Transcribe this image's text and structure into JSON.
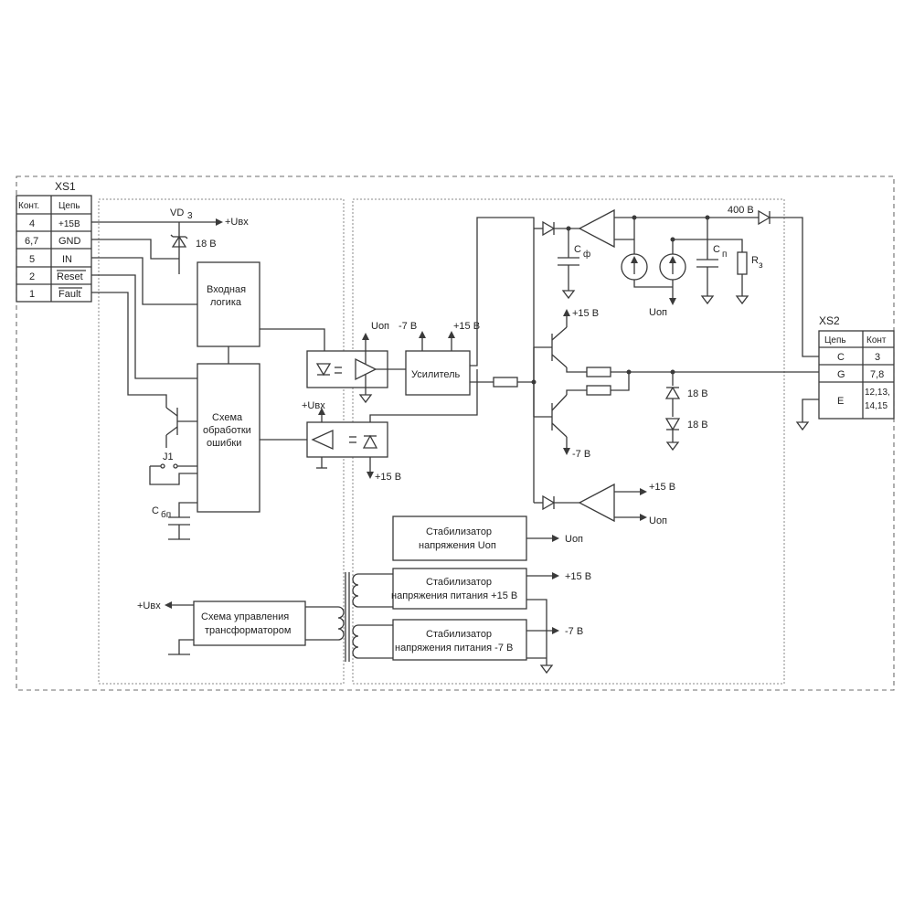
{
  "connector_xs1": {
    "title": "XS1",
    "headers": [
      "Конт.",
      "Цепь"
    ],
    "rows": [
      {
        "pin": "4",
        "net": "+15В"
      },
      {
        "pin": "6,7",
        "net": "GND"
      },
      {
        "pin": "5",
        "net": "IN"
      },
      {
        "pin": "2",
        "net": "Reset"
      },
      {
        "pin": "1",
        "net": "Fault"
      }
    ]
  },
  "connector_xs2": {
    "title": "XS2",
    "headers": [
      "Цепь",
      "Конт"
    ],
    "rows": [
      {
        "net": "C",
        "pin": "3"
      },
      {
        "net": "G",
        "pin": "7,8"
      },
      {
        "net": "E",
        "pin": "12,13,",
        "pin2": "14,15"
      }
    ]
  },
  "blocks": {
    "input_logic": [
      "Входная",
      "логика"
    ],
    "error_processing": [
      "Схема",
      "обработки",
      "ошибки"
    ],
    "amplifier": "Усилитель",
    "stab_uon": [
      "Стабилизатор",
      "напряжения Uоп"
    ],
    "stab_p15": [
      "Стабилизатор",
      "напряжения питания +15 В"
    ],
    "stab_m7": [
      "Стабилизатор",
      "напряжения питания -7 В"
    ],
    "transformer_control": [
      "Схема управления",
      "трансформатором"
    ]
  },
  "labels": {
    "vd3": "VD",
    "vd3_sub": "3",
    "uvx_top": "+Uвх",
    "zener_18_left": "18 В",
    "j1": "J1",
    "cbp": "C",
    "cbp_sub": "бп",
    "uop_top": "Uоп",
    "m7_top": "-7 В",
    "p15_top": "+15 В",
    "uvx_mid": "+Uвх",
    "p15_bottom_opto": "+15 В",
    "v400": "400 В",
    "cf": "C",
    "cf_sub": "ф",
    "cp": "C",
    "cp_sub": "п",
    "rz": "R",
    "rz_sub": "з",
    "uop_mid": "Uоп",
    "p15_q1": "+15 В",
    "zener_18_a": "18 В",
    "zener_18_b": "18 В",
    "m7_q2": "-7 В",
    "p15_comp": "+15 В",
    "uop_comp": "Uоп",
    "uop_out": "Uоп",
    "p15_out": "+15 В",
    "m7_out": "-7 В",
    "uvx_left": "+Uвх"
  }
}
